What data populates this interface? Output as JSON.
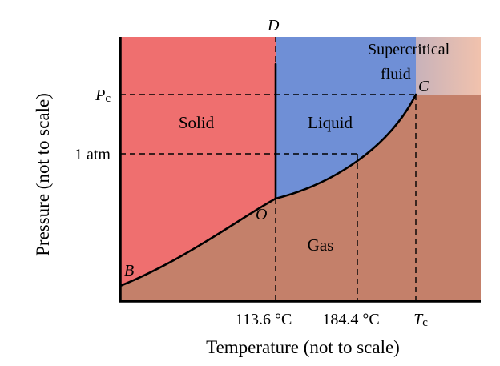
{
  "colors": {
    "solid": "#ef6f6f",
    "liquid": "#6f8fd6",
    "gas": "#c4806a",
    "supercritical_light": "#f1c2ad",
    "line": "#000000"
  },
  "regions": {
    "solid": "Solid",
    "liquid": "Liquid",
    "gas": "Gas",
    "supercritical_line1": "Supercritical",
    "supercritical_line2": "fluid"
  },
  "points": {
    "B": "B",
    "O": "O",
    "C": "C",
    "D": "D"
  },
  "y_ticks": {
    "pc_main": "P",
    "pc_sub": "c",
    "one_atm": "1 atm"
  },
  "x_ticks": {
    "t1": "113.6 °C",
    "t2": "184.4 °C",
    "tc_main": "T",
    "tc_sub": "c"
  },
  "axes": {
    "xlabel": "Temperature (not to scale)",
    "ylabel": "Pressure (not to scale)"
  }
}
